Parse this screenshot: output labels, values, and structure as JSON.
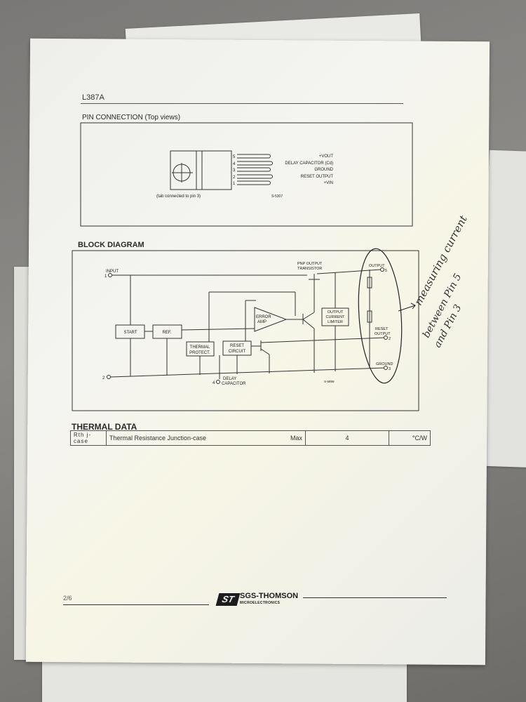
{
  "header": {
    "part_number": "L387A"
  },
  "pin_connection": {
    "title": "PIN CONNECTION",
    "subtitle": "(Top views)",
    "pins": [
      {
        "number": "5",
        "label": "+VOUT"
      },
      {
        "number": "4",
        "label": "DELAY CAPACITOR (Cd)"
      },
      {
        "number": "3",
        "label": "GROUND"
      },
      {
        "number": "2",
        "label": "RESET OUTPUT"
      },
      {
        "number": "1",
        "label": "+VIN"
      }
    ],
    "tab_note": "(tab connected to pin 3)",
    "figure_code": "S-5307"
  },
  "block_diagram": {
    "title": "BLOCK DIAGRAM",
    "blocks": {
      "start": "START",
      "ref": "REF.",
      "thermal1": "THERMAL",
      "thermal2": "PROTECT.",
      "reset1": "RESET",
      "reset2": "CIRCUIT",
      "error1": "ERROR",
      "error2": "AMP",
      "limiter1": "OUTPUT",
      "limiter2": "CURRENT",
      "limiter3": "LIMITER"
    },
    "labels": {
      "pnp1": "PNP OUTPUT",
      "pnp2": "TRANSISTOR",
      "input": "INPUT",
      "pin1": "1",
      "pin2": "2",
      "output": "OUTPUT",
      "pin5": "5",
      "reset_out1": "RESET",
      "reset_out2": "OUTPUT",
      "pin_reset": "2",
      "ground": "GROUND",
      "pin3": "3",
      "delay1": "DELAY",
      "delay2": "CAPACITOR",
      "pin4": "4",
      "figure_code": "S-5899"
    },
    "annotation": [
      "measuring current",
      "between Pin 5",
      "and Pin 3"
    ]
  },
  "thermal_data": {
    "title": "THERMAL DATA",
    "rows": [
      {
        "symbol": "Rth j-case",
        "parameter": "Thermal Resistance Junction-case",
        "limit": "Max",
        "value": "4",
        "unit": "°C/W"
      }
    ]
  },
  "footer": {
    "page": "2/6",
    "brand": "SGS-THOMSON",
    "brand_sub": "MICROELECTRONICS"
  }
}
